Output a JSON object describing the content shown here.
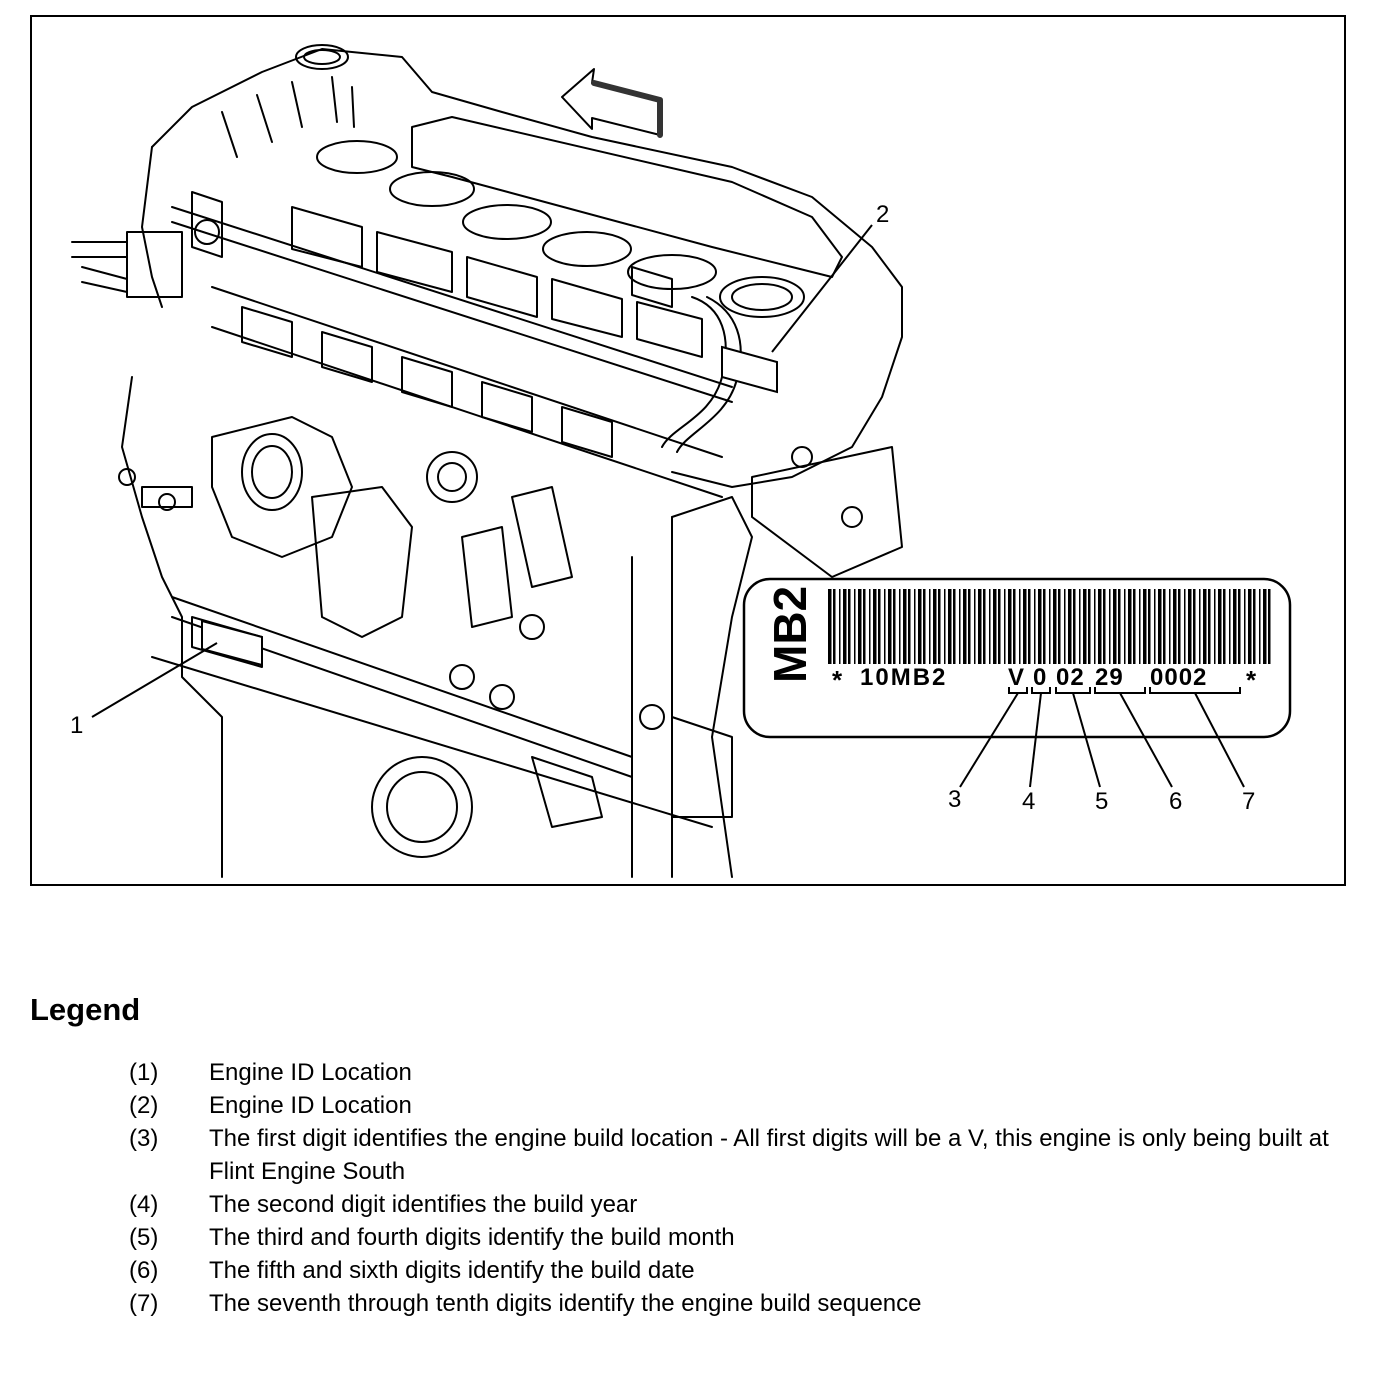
{
  "figure": {
    "callouts": [
      "1",
      "2",
      "3",
      "4",
      "5",
      "6",
      "7"
    ],
    "label": {
      "code_vertical": "MB2",
      "barcode_left": "*",
      "barcode_prefix": "10MB2",
      "barcode_digits": [
        "V",
        "0",
        "02",
        "29",
        "0002"
      ],
      "barcode_right": "*"
    }
  },
  "legend": {
    "title": "Legend",
    "items": [
      {
        "num": "(1)",
        "text": "Engine ID Location"
      },
      {
        "num": "(2)",
        "text": "Engine ID Location"
      },
      {
        "num": "(3)",
        "text": "The first digit identifies the engine build location - All first digits will be a V, this engine is only being built at Flint Engine South"
      },
      {
        "num": "(4)",
        "text": "The second digit identifies the build year"
      },
      {
        "num": "(5)",
        "text": "The third and fourth digits identify the build month"
      },
      {
        "num": "(6)",
        "text": "The fifth and sixth digits identify the build date"
      },
      {
        "num": "(7)",
        "text": "The seventh through tenth digits identify the engine build sequence"
      }
    ]
  }
}
